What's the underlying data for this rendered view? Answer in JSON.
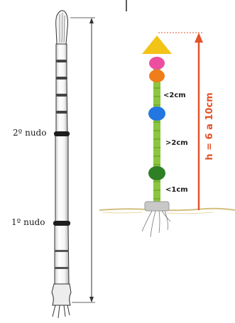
{
  "stem_diagram": {
    "node_labels": {
      "second": "2º nudo",
      "first": "1º nudo"
    }
  },
  "growth_point_diagram": {
    "spacing_labels": [
      "<2cm",
      ">2cm",
      "<1cm"
    ],
    "height_label": "h = 6 a 10cm",
    "colors": {
      "apex": "#f2c418",
      "pink_disc": "#ec4fa0",
      "orange_disc": "#ef7d1a",
      "blue_disc": "#2277e0",
      "green_disc": "#2f7f25",
      "stalk": "#8cc63f",
      "base": "#c8c8c8",
      "arrow": "#e2532a",
      "soil": "#e6d28f"
    }
  }
}
